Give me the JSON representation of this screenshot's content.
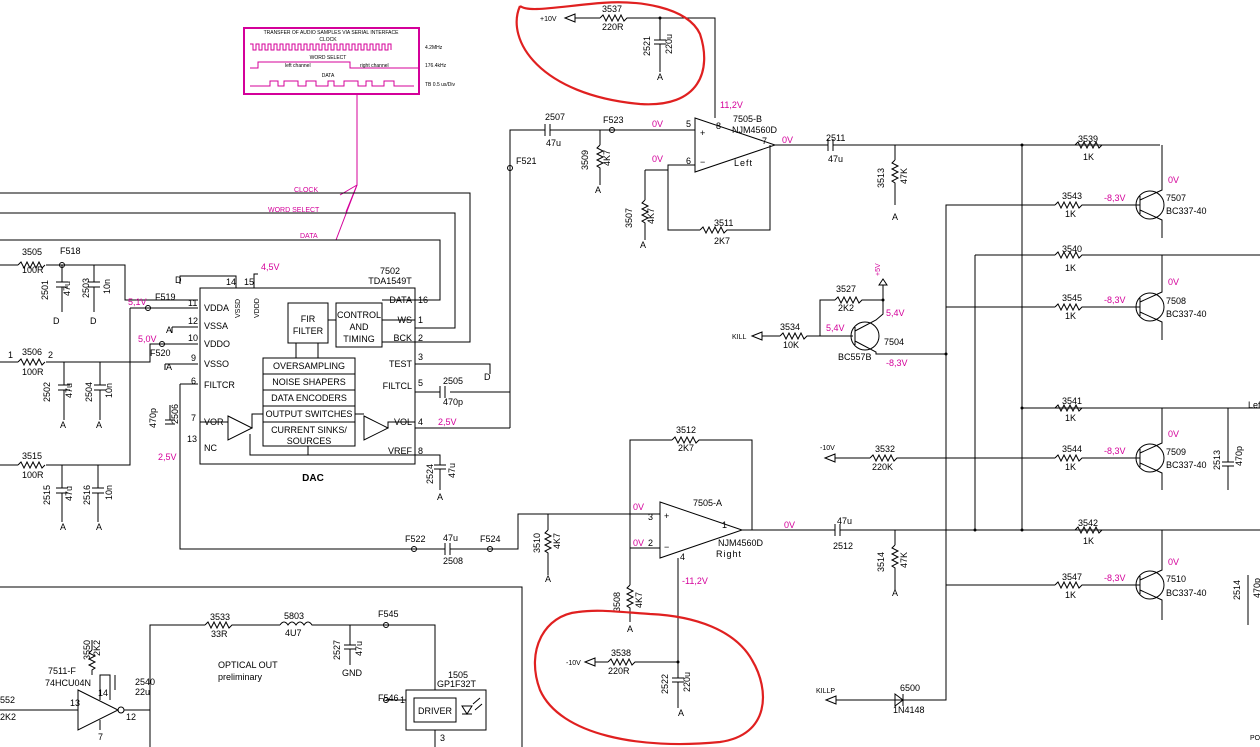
{
  "theme": {
    "wire": "#000000",
    "annotation": "#d4009a",
    "highlight_ellipse": "#e02020"
  },
  "timing_box": {
    "title": "TRANSFER OF AUDIO SAMPLES VIA SERIAL INTERFACE",
    "clock_label": "CLOCK",
    "ws_label": "WORD SELECT",
    "left_channel": "left channel",
    "right_channel": "right channel",
    "data_label": "DATA",
    "freq_clock": "4.2MHz",
    "freq_ws": "176.4kHz",
    "freq_data": "TB 0.5 us/Div"
  },
  "signals": {
    "clock": "CLOCK",
    "word_select": "WORD SELECT",
    "data": "DATA"
  },
  "dac": {
    "ref": "7502",
    "part": "TDA1549T",
    "title": "DAC",
    "pins_left": [
      {
        "num": "11",
        "name": "VDDA"
      },
      {
        "num": "12",
        "name": "VSSA"
      },
      {
        "num": "10",
        "name": "VDDO"
      },
      {
        "num": "9",
        "name": "VSSO"
      },
      {
        "num": "6",
        "name": "FILTCR"
      },
      {
        "num": "7",
        "name": "VOR"
      },
      {
        "num": "13",
        "name": "NC"
      }
    ],
    "pins_right": [
      {
        "num": "16",
        "name": "DATA"
      },
      {
        "num": "1",
        "name": "WS"
      },
      {
        "num": "2",
        "name": "BCK"
      },
      {
        "num": "3",
        "name": "TEST"
      },
      {
        "num": "5",
        "name": "FILTCL"
      },
      {
        "num": "4",
        "name": "VOL"
      },
      {
        "num": "8",
        "name": "VREF"
      }
    ],
    "pins_top": [
      {
        "num": "14",
        "name": "VSSD"
      },
      {
        "num": "15",
        "name": "VDDD"
      }
    ],
    "fir": [
      "FIR",
      "FILTER"
    ],
    "control": [
      "CONTROL",
      "AND",
      "TIMING"
    ],
    "blocks": [
      "OVERSAMPLING",
      "NOISE SHAPERS",
      "DATA ENCODERS",
      "OUTPUT SWITCHES",
      "CURRENT SINKS/",
      "SOURCES"
    ]
  },
  "voltages": {
    "v45": "4,5V",
    "v51": "5,1V",
    "v50": "5,0V",
    "v25a": "2,5V",
    "v25b": "2,5V",
    "v112": "11,2V",
    "vm112": "-11,2V",
    "ov": "0V",
    "vm83": "-8,3V",
    "v54": "5,4V"
  },
  "components": {
    "r3505": [
      "3505",
      "100R"
    ],
    "r3506": [
      "3506",
      "100R"
    ],
    "r3515": [
      "3515",
      "100R"
    ],
    "c2501": [
      "2501",
      "47u"
    ],
    "c2503": [
      "2503",
      "10n"
    ],
    "c2502": [
      "2502",
      "47u"
    ],
    "c2504": [
      "2504",
      "10n"
    ],
    "c2515": [
      "2515",
      "47u"
    ],
    "c2516": [
      "2516",
      "10n"
    ],
    "c2506": [
      "2506",
      "470p"
    ],
    "c2505": [
      "2505",
      "470p"
    ],
    "c2524": [
      "2524",
      "47u"
    ],
    "c2507": [
      "2507",
      "47u"
    ],
    "c2508": [
      "2508",
      "47u"
    ],
    "r3509": [
      "3509",
      "4K7"
    ],
    "r3510": [
      "3510",
      "4K7"
    ],
    "r3507": [
      "3507",
      "4K7"
    ],
    "r3508": [
      "3508",
      "4K7"
    ],
    "r3511": [
      "3511",
      "2K7"
    ],
    "r3512": [
      "3512",
      "2K7"
    ],
    "r3537": [
      "3537",
      "220R"
    ],
    "r3538": [
      "3538",
      "220R"
    ],
    "c2521": [
      "2521",
      "220u"
    ],
    "c2522": [
      "2522",
      "220u"
    ],
    "c2511": [
      "2511",
      "47u"
    ],
    "c2512": [
      "2512",
      "47u"
    ],
    "r3513": [
      "3513",
      "47K"
    ],
    "r3514": [
      "3514",
      "47K"
    ],
    "r3539": [
      "3539",
      "1K"
    ],
    "r3543": [
      "3543",
      "1K"
    ],
    "r3540": [
      "3540",
      "1K"
    ],
    "r3545": [
      "3545",
      "1K"
    ],
    "r3541": [
      "3541",
      "1K"
    ],
    "r3544": [
      "3544",
      "1K"
    ],
    "r3542": [
      "3542",
      "1K"
    ],
    "r3547": [
      "3547",
      "1K"
    ],
    "r3527": [
      "3527",
      "2K2"
    ],
    "r3534": [
      "3534",
      "10K"
    ],
    "r3532": [
      "3532",
      "220K"
    ],
    "c2513": [
      "2513",
      "470p"
    ],
    "c2514": [
      "2514",
      "470p"
    ],
    "r3533": [
      "3533",
      "33R"
    ],
    "l5803": [
      "5803",
      "4U7"
    ],
    "c2527": [
      "2527",
      "47u"
    ],
    "r3550": [
      "3550",
      "2K2"
    ],
    "c2540": [
      "2540",
      "22u"
    ],
    "r3552": [
      "552",
      "2K2"
    ],
    "d6500": [
      "6500",
      "1N4148"
    ]
  },
  "opamps": {
    "b": {
      "ref": "7505-B",
      "part": "NJM4560D",
      "label": "Left"
    },
    "a": {
      "ref": "7505-A",
      "part": "NJM4560D",
      "label": "Right"
    }
  },
  "transistors": [
    {
      "ref": "7507",
      "part": "BC337-40"
    },
    {
      "ref": "7508",
      "part": "BC337-40"
    },
    {
      "ref": "7509",
      "part": "BC337-40"
    },
    {
      "ref": "7510",
      "part": "BC337-40"
    },
    {
      "ref": "7504",
      "part": "BC557B"
    }
  ],
  "nets": {
    "f518": "F518",
    "f519": "F519",
    "f520": "F520",
    "f521": "F521",
    "f522": "F522",
    "f523": "F523",
    "f524": "F524",
    "f545": "F545",
    "f546": "F546",
    "p10v": "+10V",
    "m10v_a": "-10V",
    "m10v_b": "-10V",
    "p5v": "+5V",
    "kill": "KILL",
    "killp": "KILLP",
    "gnd": "GND",
    "gnd_a": "A",
    "gnd_d": "D",
    "left_out": "Left",
    "po": "PO"
  },
  "optical": {
    "title": "OPTICAL OUT",
    "sub": "preliminary",
    "inv_ref": "7511-F",
    "inv_part": "74HCU04N",
    "module_ref": "1505",
    "module_part": "GP1F32T",
    "driver": "DRIVER"
  }
}
